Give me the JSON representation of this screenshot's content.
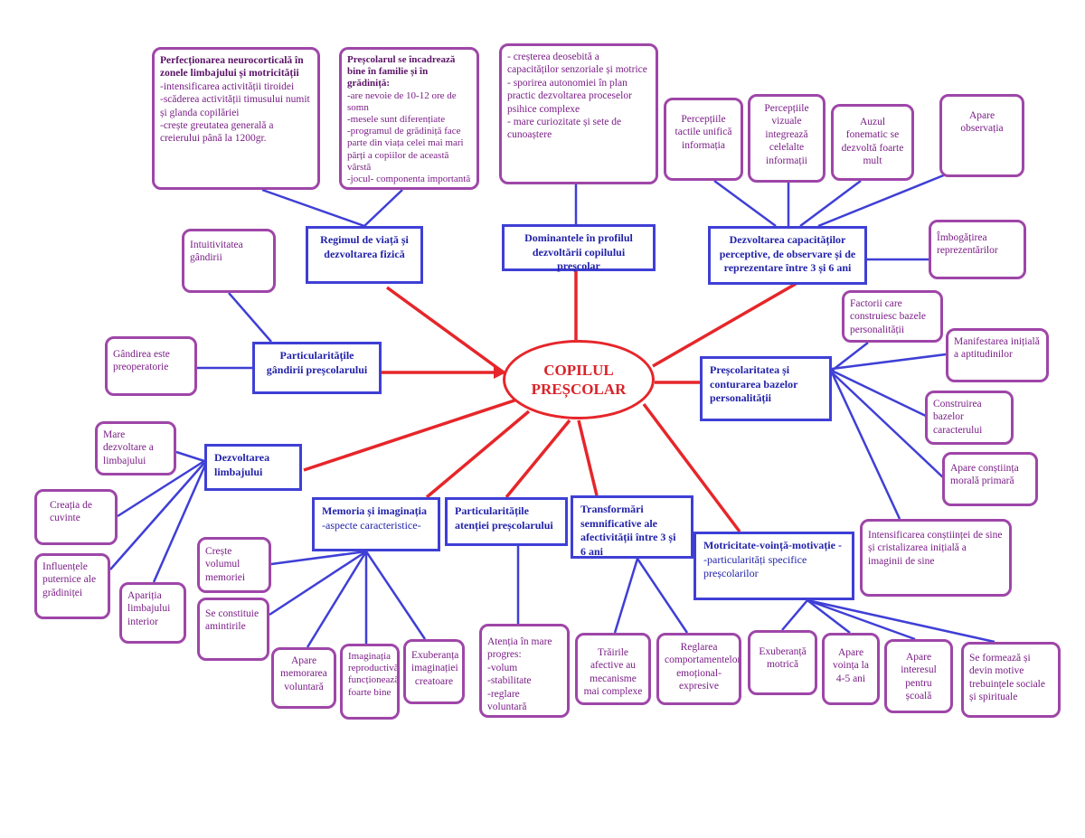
{
  "colors": {
    "center_line": "#e6262a",
    "topic_line": "#3f3fd6",
    "leaf_border": "#9e46a8"
  },
  "center": {
    "line1": "COPILUL",
    "line2": "PREȘCOLAR"
  },
  "topics": {
    "regim": "Regimul de viață și dezvoltarea fizică",
    "dominante": "Dominantele în profilul dezvoltării copilului preșcolar",
    "capacitati": "Dezvoltarea capacităților perceptive, de observare și de reprezentare între 3 și 6 ani",
    "gandire": "Particularitățile gândirii preșcolarului",
    "personalitate": "Preșcolaritatea și conturarea bazelor personalității",
    "limbaj": "Dezvoltarea limbajului",
    "memoria_title": "Memoria și imaginația",
    "memoria_sub": "-aspecte caracteristice-",
    "atentie": "Particularitățile atenției preșcolarului",
    "afectivitate": "Transformări semnificative ale afectivității între 3 și 6 ani",
    "motricitate_title": "Motricitate-voință-motivație -",
    "motricitate_sub": "-particularități specifice preșcolarilor"
  },
  "leaves": {
    "neuro": {
      "title": "Perfecționarea neurocorticală în zonele limbajului și motricității",
      "lines": [
        "-intensificarea activității tiroidei",
        "-scăderea activității timusului numit și glanda copilăriei",
        "-crește greutatea generală a creierului până la 1200gr."
      ]
    },
    "familie": {
      "title": "Preșcolarul se încadrează bine în familie și în grădiniță:",
      "lines": [
        "-are nevoie de 10-12 ore de somn",
        "-mesele sunt diferențiate",
        "-programul de grădiniță face parte din viața celei mai mari părți a copiilor de această vârstă",
        "-jocul- componenta importantă"
      ]
    },
    "dominante_leaf": {
      "lines": [
        "- creșterea deosebită a capacităților senzoriale și motrice",
        "- sporirea autonomiei în plan practic dezvoltarea proceselor psihice complexe",
        "- mare curiozitate și sete de cunoaștere"
      ]
    },
    "tactile": "Percepțiile tactile unifică informația",
    "vizuale": "Percepțiile vizuale integrează celelalte informații",
    "auzul": "Auzul fonematic se dezvoltă foarte mult",
    "observatia": "Apare observația",
    "imbogatirea": "Îmbogățirea reprezentărilor",
    "intuitivitatea": "Intuitivitatea gândirii",
    "preoperatorie": "Gândirea este preoperatorie",
    "factori": "Factorii care construiesc bazele personalității",
    "manifestarea": "Manifestarea inițială a aptitudinilor",
    "caracter": "Construirea bazelor caracterului",
    "constiinta_morala": "Apare conștiința morală primară",
    "intensificarea": "Intensificarea conștiinței de sine și cristalizarea inițială a imaginii de sine",
    "mare_dezvoltare": "Mare dezvoltare a limbajului",
    "creatia": "Creația de cuvinte",
    "influentele": "Influențele puternice ale grădiniței",
    "aparitia": "Apariția limbajului interior",
    "volumul": "Crește volumul memoriei",
    "amintirile": "Se constituie amintirile",
    "memorarea": "Apare memorarea voluntară",
    "imaginatia_repr": "Imaginația reproductivă funcționează foarte bine",
    "exuberanta_im": "Exuberanța imaginației creatoare",
    "atentia_progres": {
      "lines": [
        "Atenția în mare progres:",
        "-volum",
        "-stabilitate",
        "-reglare voluntară"
      ]
    },
    "trairile": "Trăirile afective au mecanisme mai complexe",
    "reglarea": "Reglarea comportamentelor emoțional-expresive",
    "exuberanta_mot": "Exuberanță motrică",
    "vointa": "Apare voința la 4-5 ani",
    "interesul": "Apare interesul pentru școală",
    "motive": "Se formează și devin motive trebuințele sociale și spirituale"
  }
}
